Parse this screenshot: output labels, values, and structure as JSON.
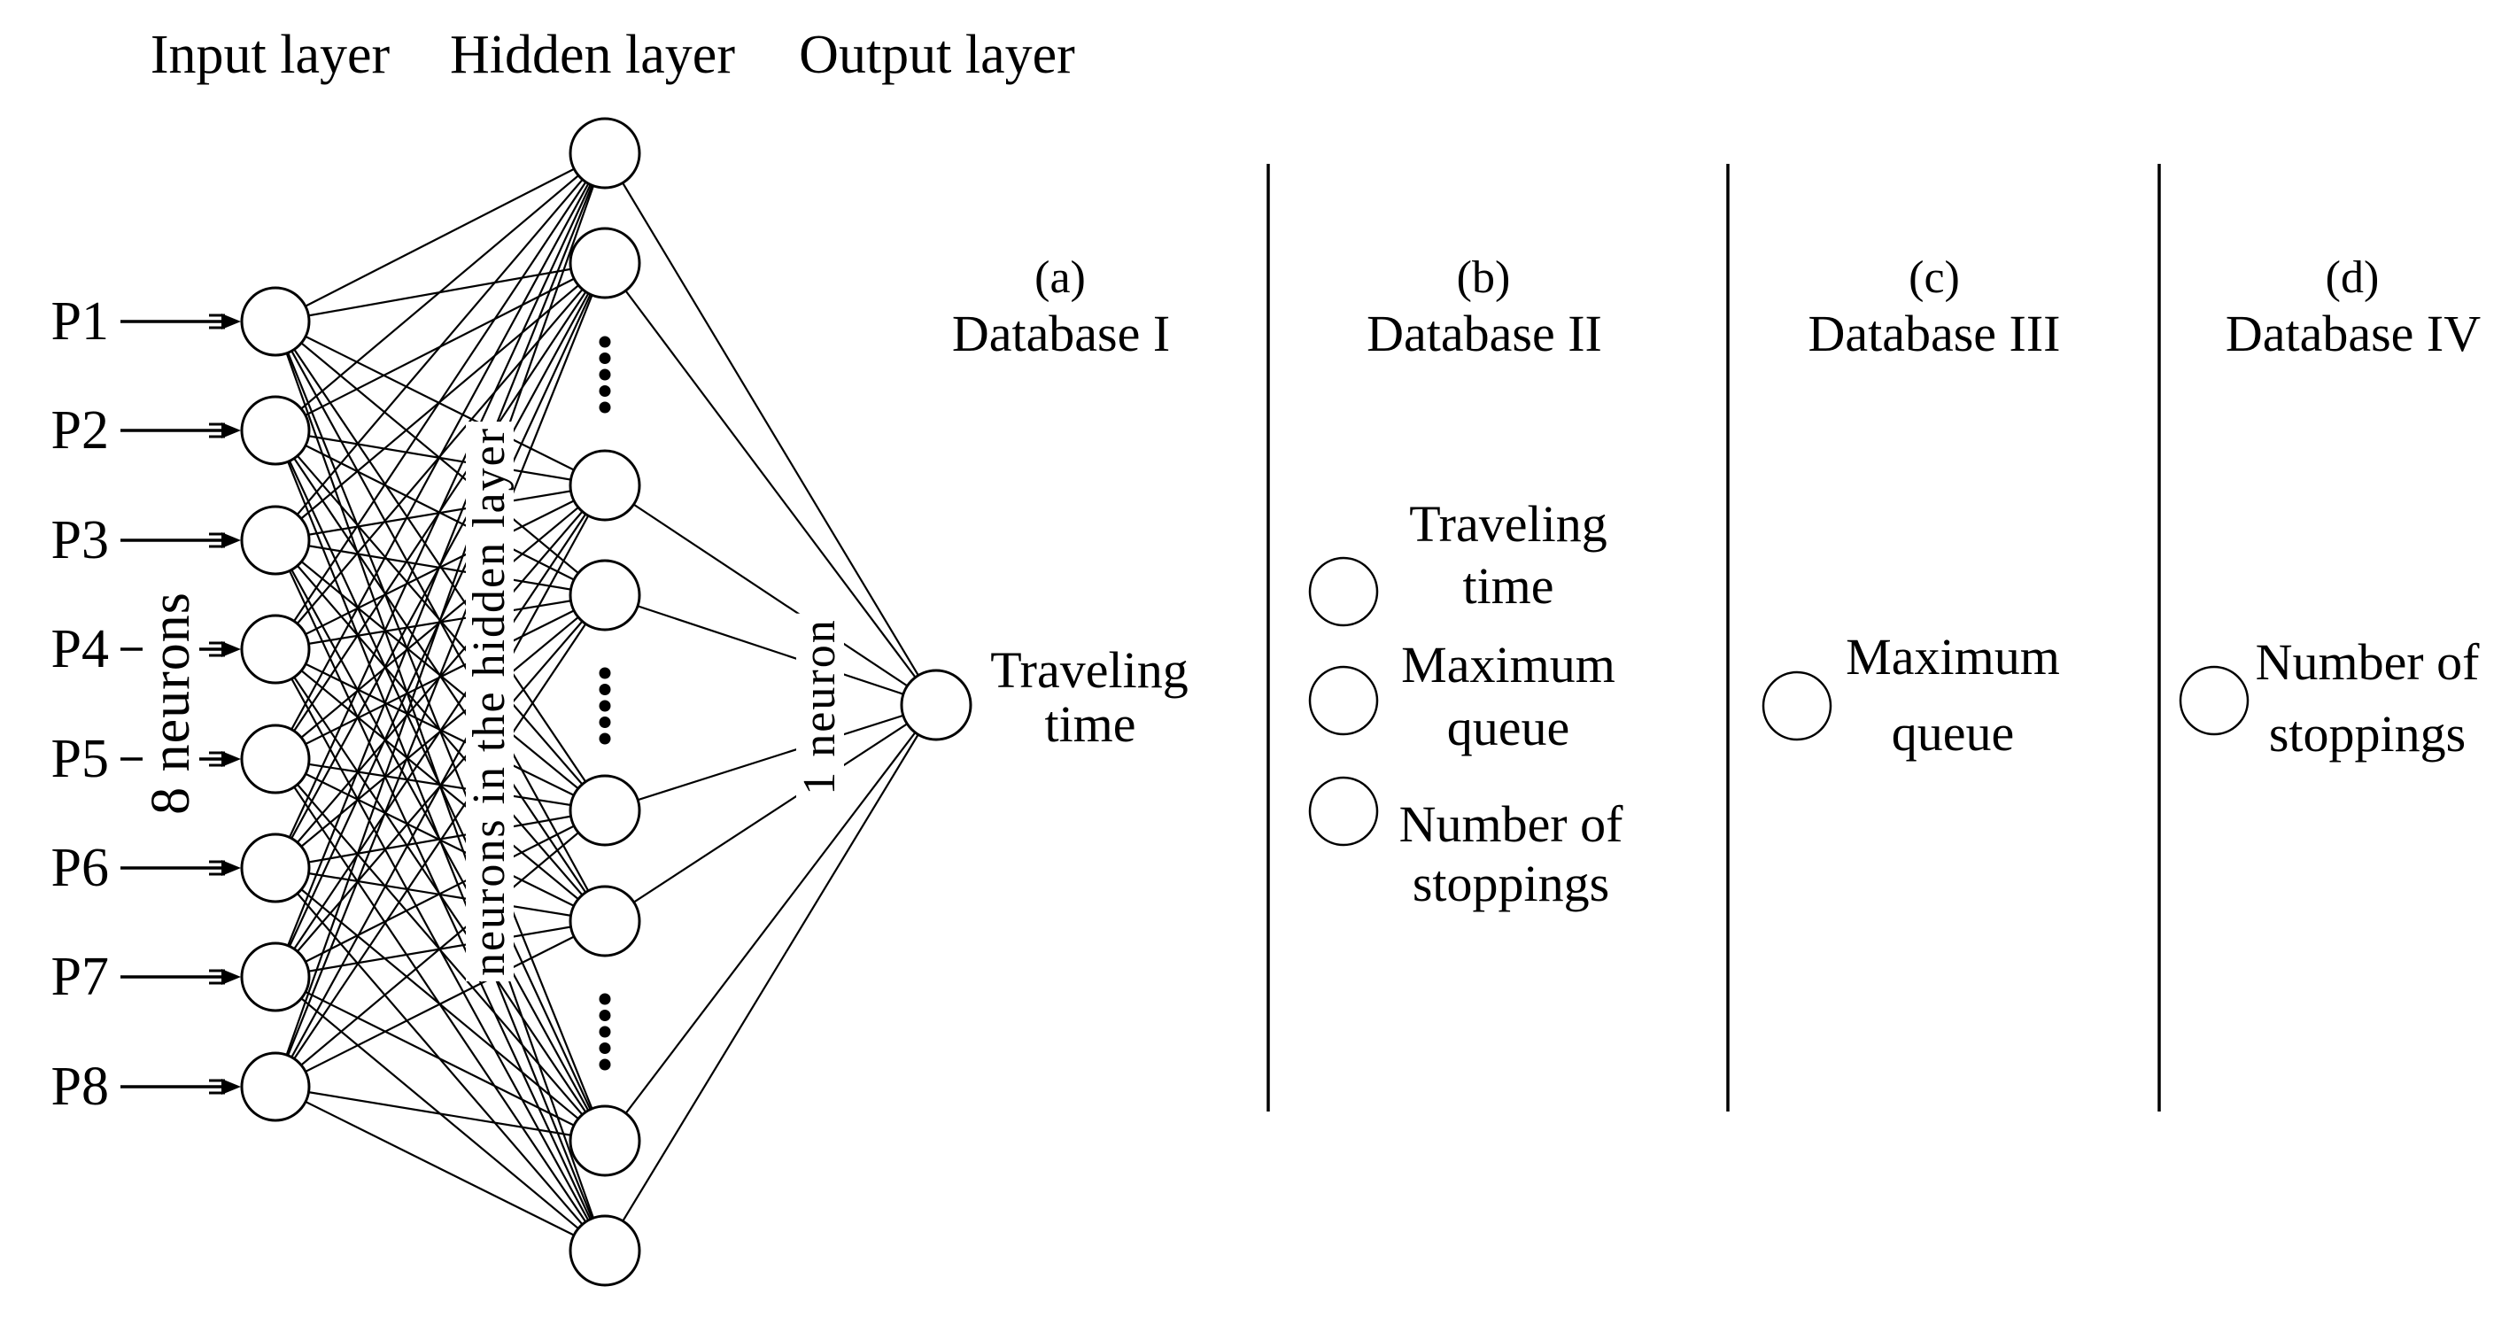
{
  "diagram": {
    "header": {
      "input": "Input layer",
      "hidden": "Hidden layer",
      "output": "Output layer"
    },
    "input_nodes": [
      "P1",
      "P2",
      "P3",
      "P4",
      "P5",
      "P6",
      "P7",
      "P8"
    ],
    "annotations": {
      "input_count": "8 neurons",
      "hidden_count": "neurons in the hidden layer",
      "output_count": "1 neuron"
    },
    "output_label": {
      "line1": "Traveling",
      "line2": "time"
    }
  },
  "sections": [
    {
      "letter": "(a)",
      "title": "Database I",
      "items": []
    },
    {
      "letter": "(b)",
      "title": "Database II",
      "items": [
        {
          "line1": "Traveling",
          "line2": "time"
        },
        {
          "line1": "Maximum",
          "line2": "queue"
        },
        {
          "line1": "Number of",
          "line2": "stoppings"
        }
      ]
    },
    {
      "letter": "(c)",
      "title": "Database III",
      "items": [
        {
          "line1": "Maximum",
          "line2": "queue"
        }
      ]
    },
    {
      "letter": "(d)",
      "title": "Database IV",
      "items": [
        {
          "line1": "Number of",
          "line2": "stoppings"
        }
      ]
    }
  ],
  "colors": {
    "ink": "#000000",
    "background": "#ffffff"
  }
}
